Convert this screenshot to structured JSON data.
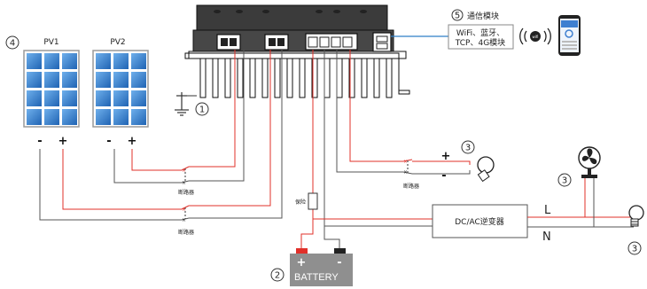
{
  "markers": {
    "pv_array": "4",
    "ground": "1",
    "battery": "2",
    "comm": "5",
    "dc_load": "3",
    "fan": "3",
    "ac_load": "3"
  },
  "pv": {
    "panel1_label": "PV1",
    "panel2_label": "PV2"
  },
  "comm": {
    "title": "通信模块",
    "box_line1": "WiFi、蓝牙、",
    "box_line2": "TCP、4G模块"
  },
  "breakers": {
    "pv2_breaker": "断路器",
    "pv1_breaker": "断路器",
    "load_breaker": "断路器"
  },
  "fuse_label": "保险",
  "inverter_label": "DC/AC逆变器",
  "ac": {
    "live": "L",
    "neutral": "N"
  },
  "battery": {
    "label": "BATTERY",
    "plus": "+",
    "minus": "-"
  },
  "polarity": {
    "pv1_minus": "-",
    "pv1_plus": "+",
    "pv2_minus": "-",
    "pv2_plus": "+",
    "load_plus": "+",
    "load_minus": "-"
  },
  "colors": {
    "positive_wire": "#e0302a",
    "negative_wire": "#555555",
    "comm_wire": "#2e7fc7",
    "panel_blue": "#2a78c8",
    "controller": "#3a3a3a",
    "battery": "#8f8f8f"
  }
}
